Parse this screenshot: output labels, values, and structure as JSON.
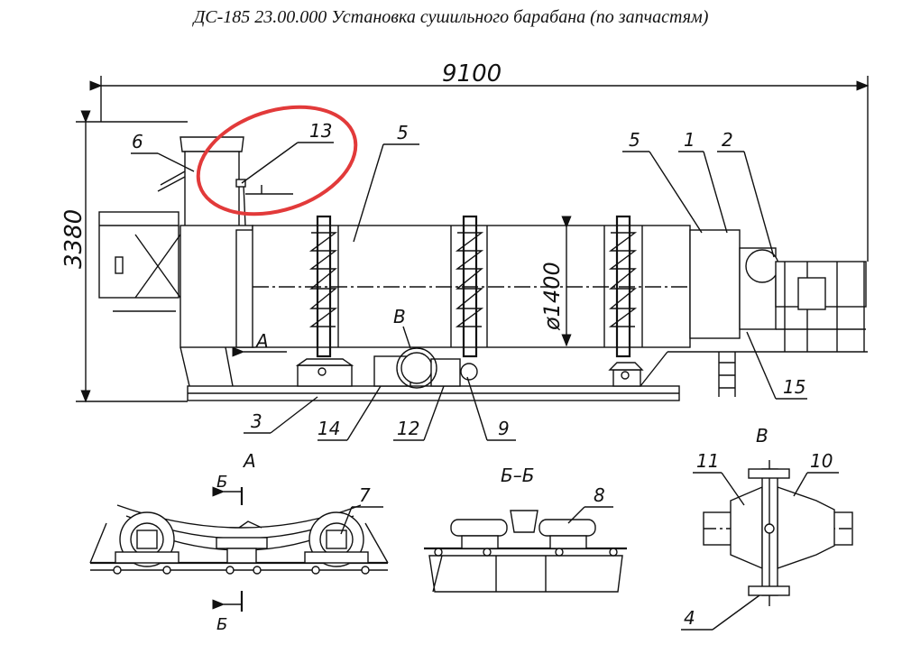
{
  "title": "ДС-185 23.00.000 Установка сушильного барабана (по запчастям)",
  "dimensions": {
    "length": "9100",
    "height": "3380",
    "diameter": "ø1400"
  },
  "callouts": {
    "c1": "1",
    "c2": "2",
    "c3": "3",
    "c4": "4",
    "c5a": "5",
    "c5b": "5",
    "c6": "6",
    "c7": "7",
    "c8": "8",
    "c9": "9",
    "c10": "10",
    "c11": "11",
    "c12": "12",
    "c13": "13",
    "c14": "14",
    "c15": "15"
  },
  "view_labels": {
    "A_arrow": "А",
    "B_main": "В",
    "detail_A": "А",
    "section_BB": "Б–Б",
    "detail_B": "В",
    "cut_top": "Б",
    "cut_bottom": "Б"
  },
  "highlight_color": "#e23a3a"
}
